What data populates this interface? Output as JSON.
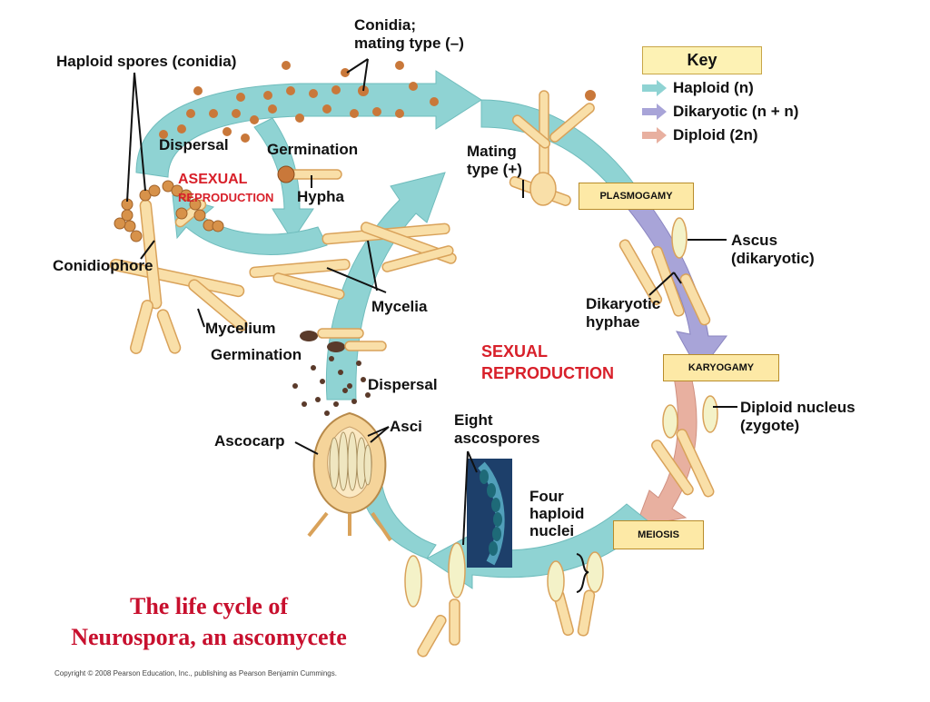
{
  "labels": {
    "haploid_spores": "Haploid spores (conidia)",
    "conidia_minus_1": "Conidia;",
    "conidia_minus_2": "mating type (–)",
    "dispersal_top": "Dispersal",
    "germination_top": "Germination",
    "hypha": "Hypha",
    "asexual_1": "ASEXUAL",
    "asexual_2": "REPRODUCTION",
    "conidiophore": "Conidiophore",
    "mycelium": "Mycelium",
    "germination_bottom": "Germination",
    "mycelia": "Mycelia",
    "dispersal_bottom": "Dispersal",
    "mating_plus_1": "Mating",
    "mating_plus_2": "type (+)",
    "sexual_1": "SEXUAL",
    "sexual_2": "REPRODUCTION",
    "ascus_1": "Ascus",
    "ascus_2": "(dikaryotic)",
    "dikaryotic_hyphae_1": "Dikaryotic",
    "dikaryotic_hyphae_2": "hyphae",
    "diploid_nucleus_1": "Diploid nucleus",
    "diploid_nucleus_2": "(zygote)",
    "ascocarp": "Ascocarp",
    "asci": "Asci",
    "eight_ascospores_1": "Eight",
    "eight_ascospores_2": "ascospores",
    "four_haploid_1": "Four",
    "four_haploid_2": "haploid",
    "four_haploid_3": "nuclei"
  },
  "stages": {
    "plasmogamy": "PLASMOGAMY",
    "karyogamy": "KARYOGAMY",
    "meiosis": "MEIOSIS"
  },
  "key": {
    "title": "Key",
    "haploid": "Haploid (n)",
    "dikaryotic": "Dikaryotic (n + n)",
    "diploid": "Diploid (2n)"
  },
  "colors": {
    "haploid": "#8fd3d3",
    "dikaryotic": "#a8a4d8",
    "diploid": "#e8b0a0",
    "hypha_fill": "#f9dfa8",
    "hypha_stroke": "#d9a25a",
    "spore": "#c9783a",
    "ascospore": "#5a3a2a",
    "title_red": "#c8102e"
  },
  "caption": {
    "line1": "The life cycle of",
    "line2": "Neurospora, an ascomycete"
  },
  "copyright": "Copyright © 2008 Pearson Education, Inc., publishing as Pearson Benjamin Cummings."
}
